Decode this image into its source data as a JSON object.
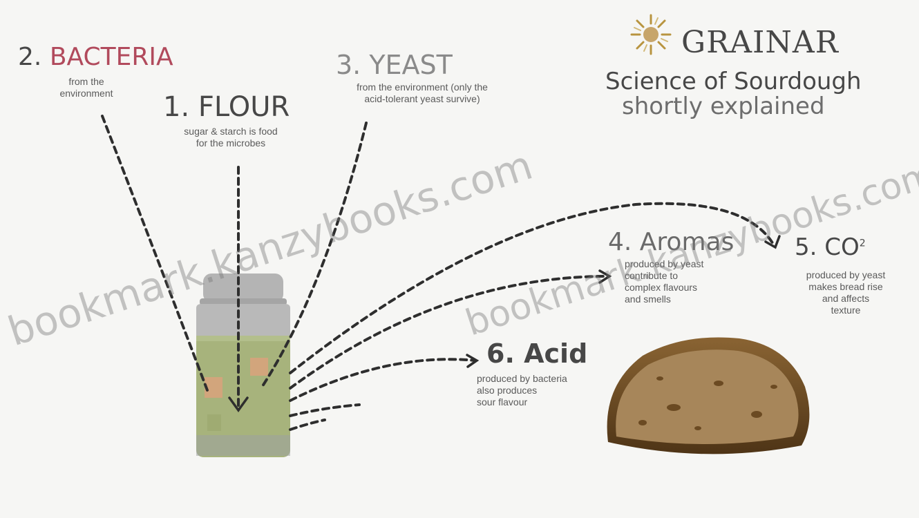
{
  "brand": {
    "name": "GRAINAR",
    "tagline": "Science of Sourdough",
    "tagline2": "shortly explained",
    "logo_icon": "sun-wheat-icon"
  },
  "labels": {
    "bacteria": {
      "number": "2.",
      "title": "BACTERIA",
      "desc": "from the\nenvironment"
    },
    "flour": {
      "title": "1. FLOUR",
      "desc": "sugar & starch is food\nfor the microbes"
    },
    "yeast": {
      "title": "3. YEAST",
      "desc": "from the environment (only the\nacid-tolerant yeast survive)"
    },
    "aromas": {
      "title": "4. Aromas",
      "desc": "produced by yeast\ncontribute to\ncomplex flavours\nand smells"
    },
    "co2": {
      "title": "5. CO",
      "sup": "2",
      "desc": "produced by yeast\nmakes bread rise\nand affects\ntexture"
    },
    "acid": {
      "title": "6. Acid",
      "desc": "produced by bacteria\nalso produces\nsour flavour"
    }
  },
  "watermarks": [
    "bookmark.kanzybooks.com",
    "bookmark.kanzybooks.com"
  ],
  "colors": {
    "accent_bacteria": "#b14a5c",
    "text": "#474747",
    "jar_glass": "#a9a9a9",
    "starter": "#a7b37c",
    "bread_crust": "#6b4a22",
    "bread_crumb": "#a7865a"
  }
}
